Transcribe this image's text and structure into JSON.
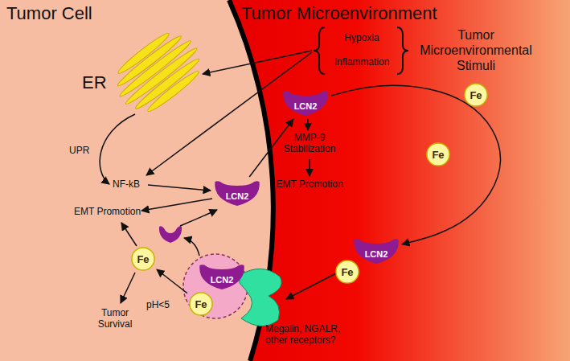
{
  "diagram": {
    "nodes": [
      {
        "text": [
          "LCN2"
        ]
      },
      {
        "text": [
          "Fe"
        ]
      },
      {
        "text": [
          "LCN2"
        ]
      },
      {
        "text": [
          "Fe"
        ]
      },
      {
        "text": [
          "LCN2"
        ]
      },
      {
        "text": [
          "Fe"
        ]
      },
      {
        "text": [
          "Fe"
        ]
      },
      {
        "text": [
          "LCN2"
        ]
      },
      {
        "text": [
          "Fe"
        ]
      }
    ],
    "edges": [
      {
        "from": 0,
        "to": 4,
        "arrow": "to"
      },
      {
        "from": 4,
        "to": 7,
        "arrow": "to"
      },
      {
        "from": 3,
        "to": 1,
        "arrow": "to"
      }
    ],
    "labels": [
      "Tumor Cell",
      "Tumor Microenvironment",
      "Hypoxia",
      "Inflammation",
      "Tumor Microenvironmental Stimuli",
      "ER",
      "UPR",
      "NF-kB",
      "EMT Promotion",
      "Tumor Survival",
      "pH<5",
      "MMP-9 Stabilization",
      "EMT Promotion",
      "Megalin, NGALR, other receptors?"
    ]
  }
}
